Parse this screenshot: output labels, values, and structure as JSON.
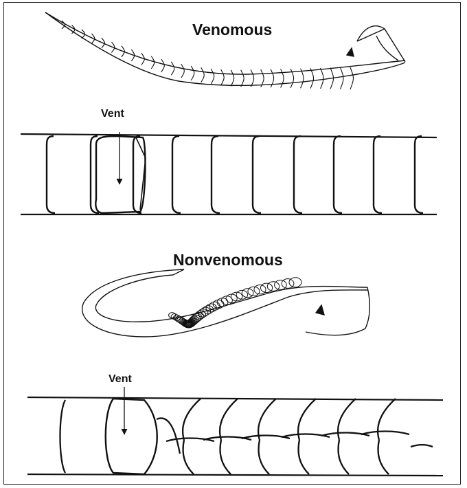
{
  "venomous": {
    "title": "Venomous",
    "vent_label": "Vent"
  },
  "nonvenomous": {
    "title": "Nonvenomous",
    "vent_label": "Vent"
  },
  "colors": {
    "ink": "#111111",
    "background": "#ffffff"
  }
}
